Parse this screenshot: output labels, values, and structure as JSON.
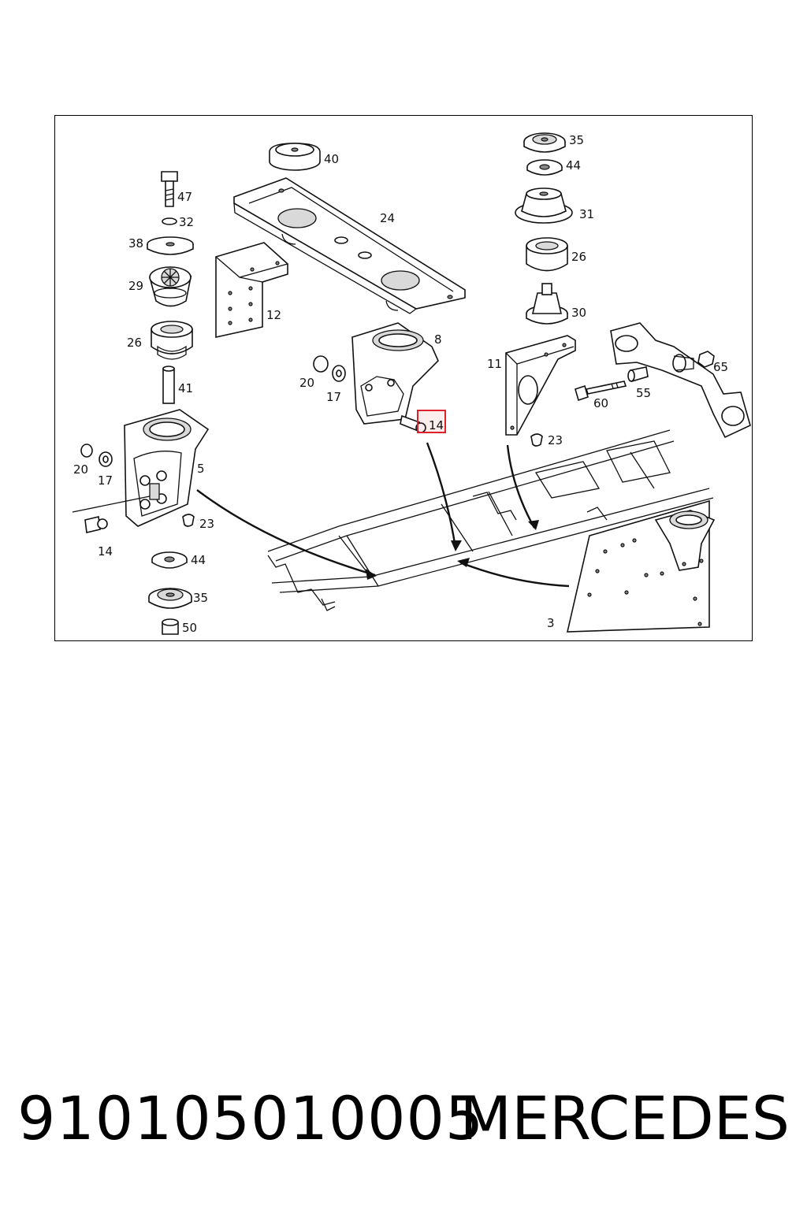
{
  "diagram": {
    "labels": {
      "l40": "40",
      "l24": "24",
      "l12": "12",
      "l47": "47",
      "l32": "32",
      "l38": "38",
      "l29": "29",
      "l26a": "26",
      "l41": "41",
      "l8": "8",
      "l20a": "20",
      "l17a": "17",
      "l14a": "14",
      "l20b": "20",
      "l17b": "17",
      "l5": "5",
      "l14b": "14",
      "l23a": "23",
      "l44a": "44",
      "l35a": "35",
      "l50": "50",
      "l35b": "35",
      "l44b": "44",
      "l31": "31",
      "l26b": "26",
      "l30": "30",
      "l11": "11",
      "l23b": "23",
      "l60": "60",
      "l55": "55",
      "l65": "65",
      "l3": "3"
    },
    "highlight_color": "#e0202a"
  },
  "footer": {
    "part_number": "91010501000​5",
    "brand": "MERCEDES"
  }
}
